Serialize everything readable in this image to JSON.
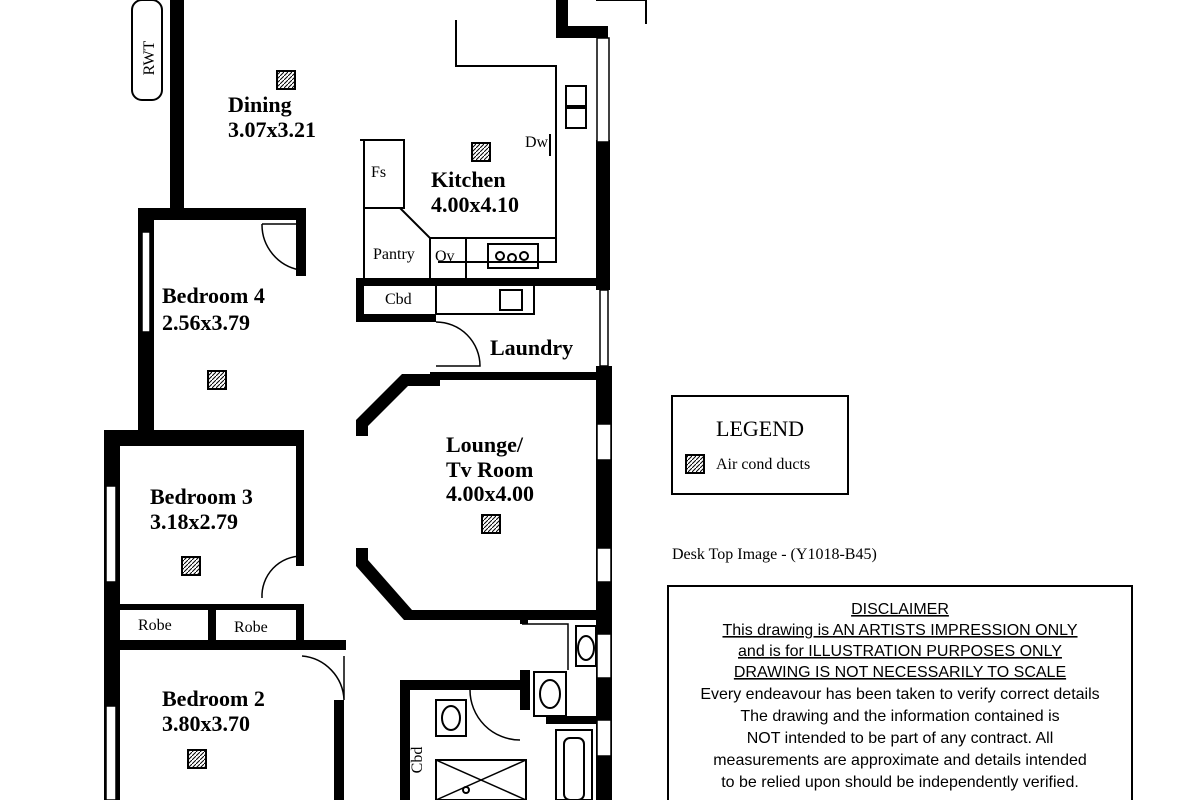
{
  "rooms": {
    "dining": {
      "name": "Dining",
      "size": "3.07x3.21"
    },
    "kitchen": {
      "name": "Kitchen",
      "size": "4.00x4.10"
    },
    "bedroom4": {
      "name": "Bedroom 4",
      "size": "2.56x3.79"
    },
    "laundry": {
      "name": "Laundry"
    },
    "lounge": {
      "name_line1": "Lounge/",
      "name_line2": "Tv Room",
      "size": "4.00x4.00"
    },
    "bedroom3": {
      "name": "Bedroom 3",
      "size": "3.18x2.79"
    },
    "bedroom2": {
      "name": "Bedroom 2",
      "size": "3.80x3.70"
    }
  },
  "labels": {
    "rwt": "RWT",
    "fs": "Fs",
    "dw": "Dw",
    "pantry": "Pantry",
    "ov": "Ov",
    "cbd": "Cbd",
    "robe": "Robe",
    "cbd_bath": "Cbd"
  },
  "legend": {
    "title": "LEGEND",
    "item": "Air cond ducts"
  },
  "image_ref": "Desk Top Image - (Y1018-B45)",
  "disclaimer": {
    "heading": "DISCLAIMER",
    "line1": "This drawing is AN ARTISTS IMPRESSION ONLY",
    "line2": "and is for ILLUSTRATION PURPOSES ONLY",
    "line3": "DRAWING IS NOT NECESSARILY TO SCALE",
    "line4": "Every endeavour has been taken to verify correct details",
    "line5": "The drawing and the information contained is",
    "line6": "NOT intended to be part of any contract. All",
    "line7": "measurements are approximate and details intended",
    "line8": "to be relied upon should be independently verified."
  }
}
